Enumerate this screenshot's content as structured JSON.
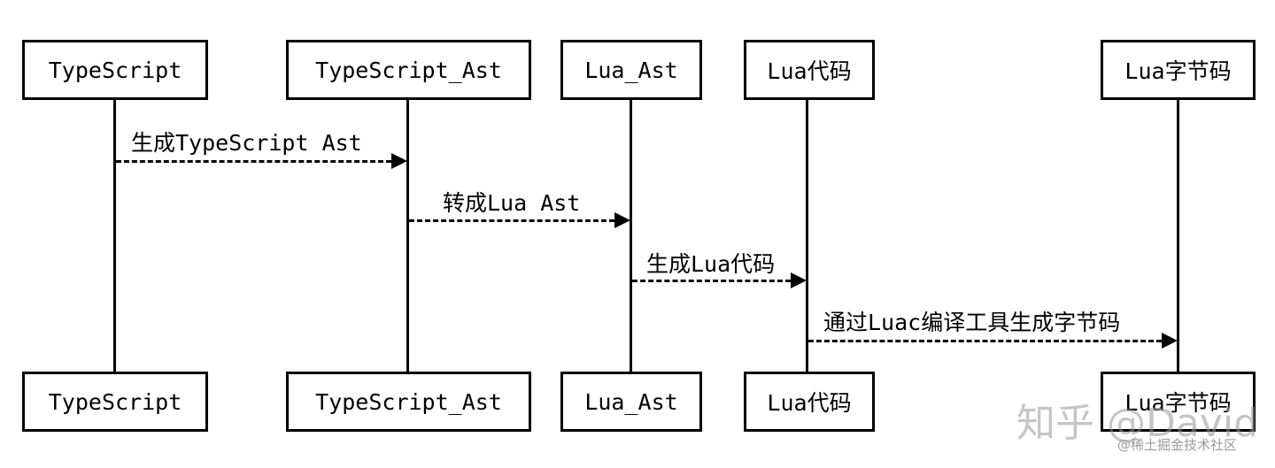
{
  "participants": [
    {
      "label": "TypeScript"
    },
    {
      "label": "TypeScript_Ast"
    },
    {
      "label": "Lua_Ast"
    },
    {
      "label": "Lua代码"
    },
    {
      "label": "Lua字节码"
    }
  ],
  "messages": [
    {
      "label": "生成TypeScript Ast",
      "from": "TypeScript",
      "to": "TypeScript_Ast",
      "style": "dashed"
    },
    {
      "label": "转成Lua Ast",
      "from": "TypeScript_Ast",
      "to": "Lua_Ast",
      "style": "dashed"
    },
    {
      "label": "生成Lua代码",
      "from": "Lua_Ast",
      "to": "Lua代码",
      "style": "dashed"
    },
    {
      "label": "通过Luac编译工具生成字节码",
      "from": "Lua代码",
      "to": "Lua字节码",
      "style": "dashed"
    }
  ],
  "watermark": {
    "main": "知乎 @David",
    "sub": "@稀土掘金技术社区"
  }
}
